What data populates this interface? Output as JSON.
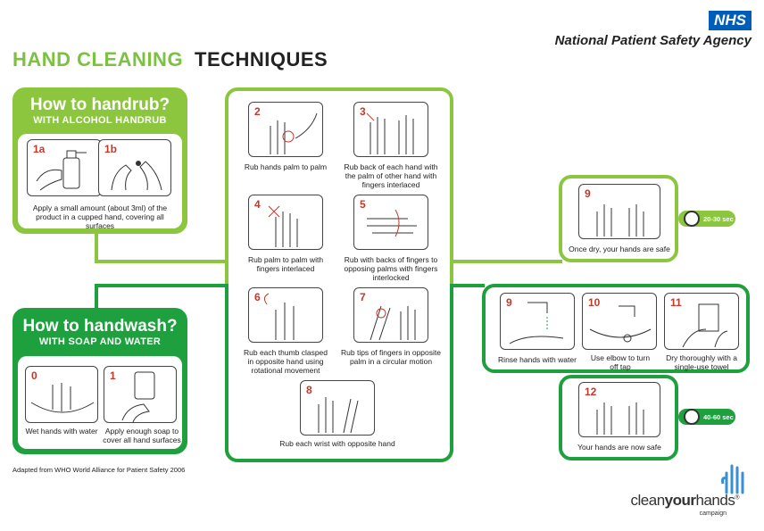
{
  "header": {
    "title_part1": "HAND CLEANING",
    "title_part2": "TECHNIQUES",
    "nhs_logo": "NHS",
    "agency": "National Patient Safety Agency"
  },
  "handrub": {
    "title": "How to handrub?",
    "subtitle": "WITH ALCOHOL HANDRUB",
    "steps": [
      {
        "num": "1a"
      },
      {
        "num": "1b"
      }
    ],
    "caption": "Apply a small amount (about 3ml) of the product in a cupped hand, covering all surfaces"
  },
  "handwash": {
    "title": "How to handwash?",
    "subtitle": "WITH SOAP AND WATER",
    "steps": [
      {
        "num": "0",
        "caption": "Wet hands with water"
      },
      {
        "num": "1",
        "caption": "Apply enough soap to cover all hand surfaces"
      }
    ]
  },
  "center_steps": [
    {
      "num": "2",
      "caption": "Rub hands palm to palm"
    },
    {
      "num": "3",
      "caption": "Rub back of each hand with the palm of other hand with fingers interlaced"
    },
    {
      "num": "4",
      "caption": "Rub palm to palm with fingers interlaced"
    },
    {
      "num": "5",
      "caption": "Rub with backs of fingers to opposing palms with fingers interlocked"
    },
    {
      "num": "6",
      "caption": "Rub each thumb clasped in opposite hand using rotational movement"
    },
    {
      "num": "7",
      "caption": "Rub tips of fingers in opposite palm in a circular motion"
    },
    {
      "num": "8",
      "caption": "Rub each wrist with opposite hand"
    }
  ],
  "rub_finish": {
    "num": "9",
    "caption": "Once dry, your hands are safe",
    "timer": "20-30 sec"
  },
  "wash_finish": {
    "steps": [
      {
        "num": "9",
        "caption": "Rinse hands with water"
      },
      {
        "num": "10",
        "caption": "Use elbow to turn off tap"
      },
      {
        "num": "11",
        "caption": "Dry thoroughly with a single-use towel"
      }
    ],
    "final": {
      "num": "12",
      "caption": "Your hands are now safe",
      "timer": "40-60 sec"
    }
  },
  "footer": {
    "credit": "Adapted from WHO World Alliance for Patient Safety 2006",
    "brand_light": "clean",
    "brand_bold": "your",
    "brand_light2": "hands",
    "brand_reg": "®",
    "brand_sub": "campaign"
  },
  "colors": {
    "light_green": "#8cc63f",
    "dark_green": "#1ea03f",
    "nhs_blue": "#005eb8",
    "number_red": "#c0392b"
  }
}
